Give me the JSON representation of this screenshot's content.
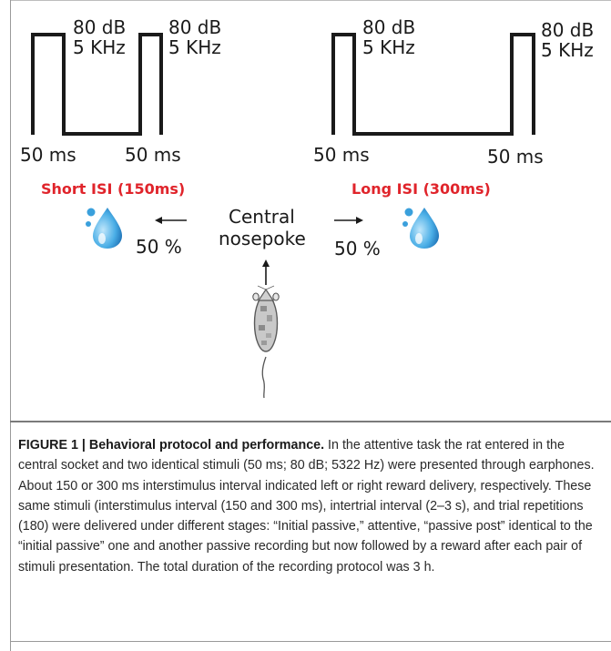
{
  "diagram": {
    "short": {
      "stim1_db": "80 dB",
      "stim1_hz": "5 KHz",
      "stim2_db": "80 dB",
      "stim2_hz": "5 KHz",
      "dur1": "50 ms",
      "dur2": "50 ms",
      "title": "Short ISI (150ms)",
      "percent": "50 %"
    },
    "long": {
      "stim1_db": "80 dB",
      "stim1_hz": "5 KHz",
      "stim2_db": "80 dB",
      "stim2_hz": "5 KHz",
      "dur1": "50 ms",
      "dur2": "50 ms",
      "title": "Long ISI (300ms)",
      "percent": "50 %"
    },
    "center": {
      "line1": "Central",
      "line2": "nosepoke"
    },
    "colors": {
      "isi_label": "#e0242b",
      "drop": "#3aa0dc",
      "waveform": "#1a1a1a"
    },
    "icons": [
      "water-drop-icon",
      "rat-icon",
      "arrow-left-icon",
      "arrow-right-icon",
      "arrow-up-icon"
    ]
  },
  "caption": {
    "heading": "FIGURE 1 | Behavioral protocol and performance.",
    "body": " In the attentive task the rat entered in the central socket and two identical stimuli (50 ms; 80 dB; 5322 Hz) were presented through earphones. About 150 or 300 ms interstimulus interval indicated left or right reward delivery, respectively. These same stimuli (interstimulus interval (150 and 300 ms), intertrial interval (2–3 s), and trial repetitions (180) were delivered under different stages: “Initial passive,” attentive, “passive post” identical to the “initial passive” one and another passive recording but now followed by a reward after each pair of stimuli presentation. The total duration of the recording protocol was 3 h."
  }
}
